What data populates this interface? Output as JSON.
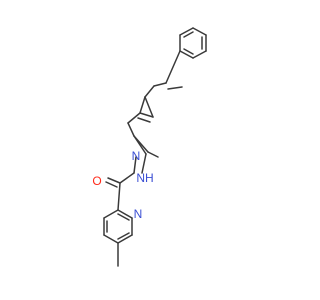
{
  "molecule": {
    "atoms": {
      "oxygen": {
        "label": "O",
        "color": "#ff2a1a"
      },
      "amide_nh": {
        "label": "NH",
        "color": "#3b4fd4"
      },
      "imine_n": {
        "label": "N",
        "color": "#3b4fd4"
      },
      "pyridine_n": {
        "label": "N",
        "color": "#3b4fd4"
      }
    },
    "bond_color": "#3a3a3a",
    "background": "#ffffff"
  }
}
